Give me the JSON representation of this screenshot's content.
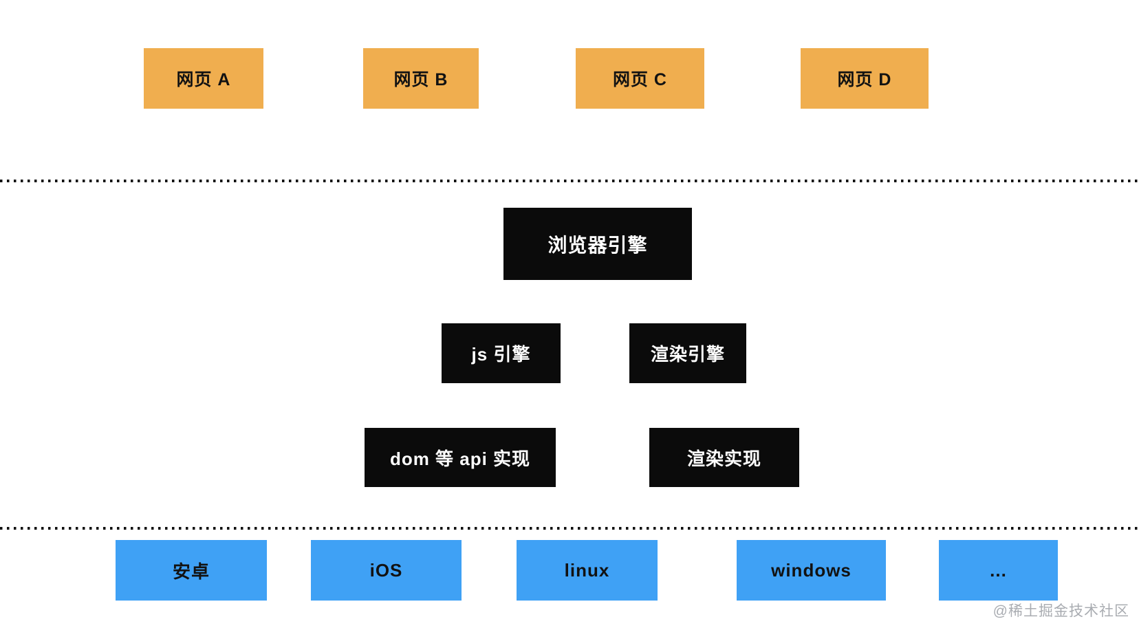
{
  "diagram": {
    "webpages": [
      {
        "label": "网页 A"
      },
      {
        "label": "网页 B"
      },
      {
        "label": "网页 C"
      },
      {
        "label": "网页 D"
      }
    ],
    "browser_engine": {
      "label": "浏览器引擎"
    },
    "engines": [
      {
        "label": "js 引擎"
      },
      {
        "label": "渲染引擎"
      }
    ],
    "implementations": [
      {
        "label": "dom 等 api 实现"
      },
      {
        "label": "渲染实现"
      }
    ],
    "platforms": [
      {
        "label": "安卓"
      },
      {
        "label": "iOS"
      },
      {
        "label": "linux"
      },
      {
        "label": "windows"
      },
      {
        "label": "..."
      }
    ],
    "watermark": "@稀土掘金技术社区",
    "colors": {
      "webpage_box": "#F0AE4F",
      "engine_box": "#0B0B0B",
      "platform_box": "#3FA1F5",
      "text_on_dark": "#FFFFFF",
      "text_on_color": "#121212",
      "dotted_line": "#111111",
      "watermark_text": "#A9ACB1",
      "background": "#FFFFFF"
    }
  }
}
